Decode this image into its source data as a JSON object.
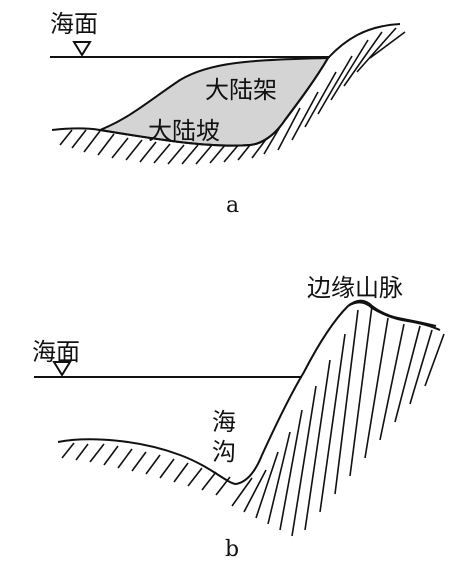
{
  "diagram_a": {
    "sea_surface_label": "海面",
    "continental_shelf_label": "大陆架",
    "continental_slope_label": "大陆坡",
    "caption": "a"
  },
  "diagram_b": {
    "sea_surface_label": "海面",
    "marginal_mountains_label": "边缘山脉",
    "trench_label_line1": "海",
    "trench_label_line2": "沟",
    "caption": "b"
  },
  "colors": {
    "line": "#111111",
    "shelf_fill": "#d4d4d4",
    "background": "#ffffff"
  }
}
